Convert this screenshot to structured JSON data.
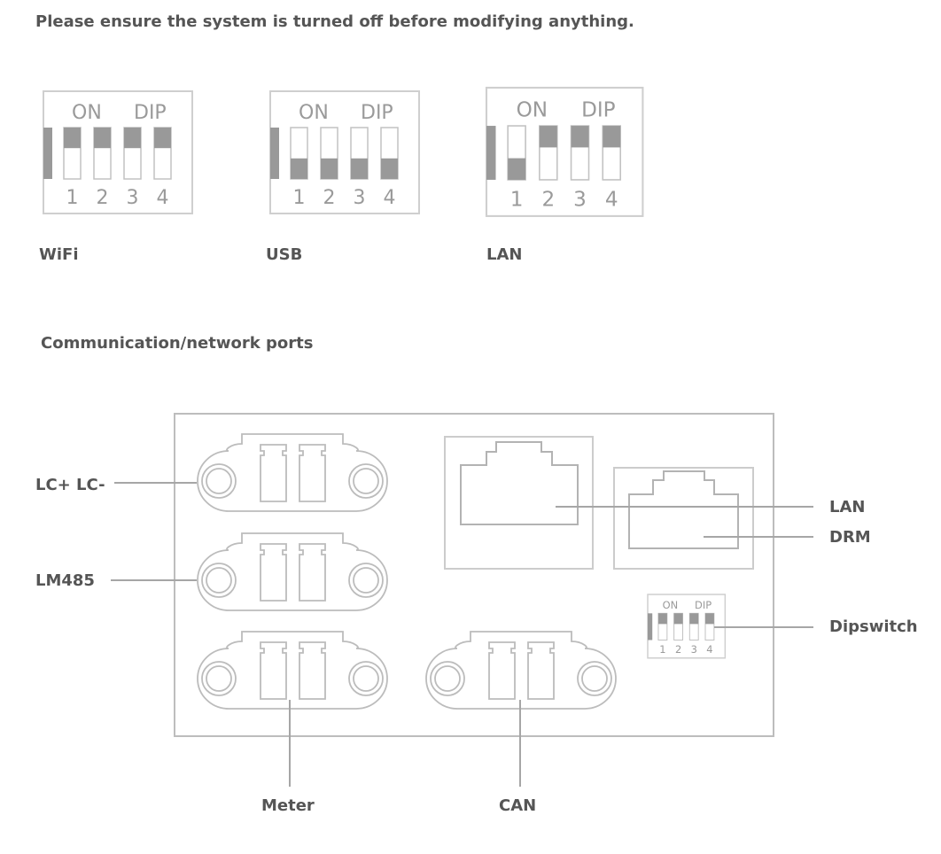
{
  "notice": "Please ensure the system is turned off before modifying anything.",
  "dip_switch_header": {
    "on_label": "ON",
    "dip_label": "DIP",
    "positions": [
      "1",
      "2",
      "3",
      "4"
    ]
  },
  "dip_settings": [
    {
      "mode": "WiFi",
      "switches": [
        "ON",
        "ON",
        "ON",
        "ON"
      ]
    },
    {
      "mode": "USB",
      "switches": [
        "OFF",
        "OFF",
        "OFF",
        "OFF"
      ]
    },
    {
      "mode": "LAN",
      "switches": [
        "OFF",
        "ON",
        "ON",
        "ON"
      ]
    }
  ],
  "ports_section": {
    "title": "Communication/network ports",
    "labels": {
      "lc": "LC+ LC-",
      "lm485": "LM485",
      "meter": "Meter",
      "can": "CAN",
      "lan": "LAN",
      "drm": "DRM",
      "dipswitch": "Dipswitch"
    },
    "board_dipswitch": {
      "switches": [
        "ON",
        "ON",
        "ON",
        "ON"
      ]
    }
  },
  "colors": {
    "text": "#555555",
    "outline": "#bdbdbd",
    "switch_fill": "#999999",
    "leader_line": "#a6a6a6"
  }
}
